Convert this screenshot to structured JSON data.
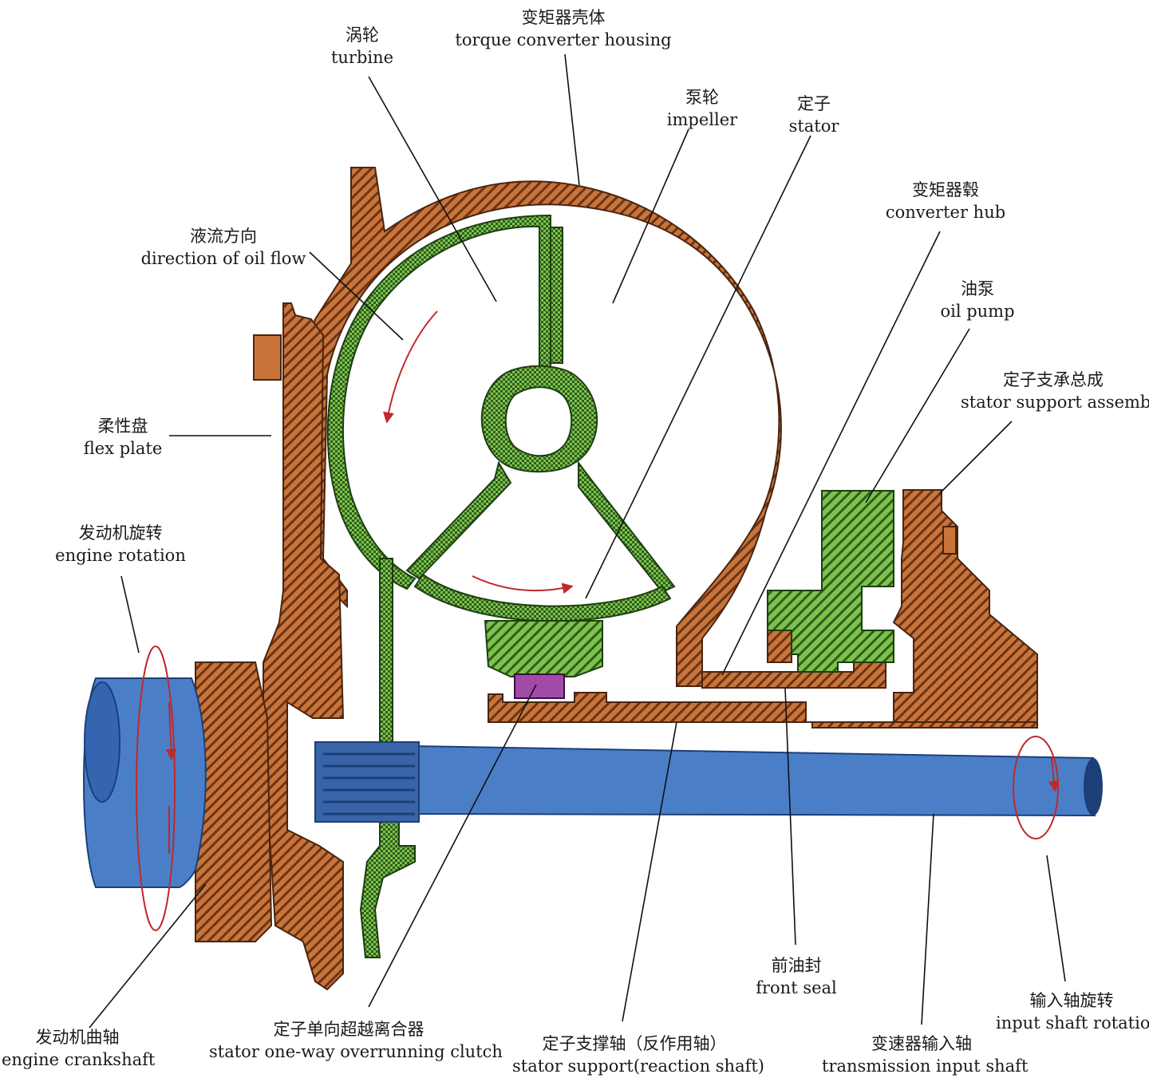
{
  "labels": {
    "housing": {
      "zh": "变矩器壳体",
      "en": "torque converter housing"
    },
    "turbine": {
      "zh": "涡轮",
      "en": "turbine"
    },
    "impeller": {
      "zh": "泵轮",
      "en": "impeller"
    },
    "stator": {
      "zh": "定子",
      "en": "stator"
    },
    "hub": {
      "zh": "变矩器毂",
      "en": "converter hub"
    },
    "oil_flow": {
      "zh": "液流方向",
      "en": "direction of oil flow"
    },
    "oil_pump": {
      "zh": "油泵",
      "en": "oil pump"
    },
    "stator_support_assembly": {
      "zh": "定子支承总成",
      "en": "stator support assembly"
    },
    "flex_plate": {
      "zh": "柔性盘",
      "en": "flex plate"
    },
    "engine_rotation": {
      "zh": "发动机旋转",
      "en": "engine rotation"
    },
    "front_seal": {
      "zh": "前油封",
      "en": "front seal"
    },
    "input_shaft_rotation": {
      "zh": "输入轴旋转",
      "en": "input shaft rotation"
    },
    "crankshaft": {
      "zh": "发动机曲轴",
      "en": "engine crankshaft"
    },
    "one_way_clutch": {
      "zh": "定子单向超越离合器",
      "en": "stator one-way overrunning clutch"
    },
    "stator_support_shaft": {
      "zh": "定子支撑轴（反作用轴）",
      "en": "stator support(reaction shaft)"
    },
    "transmission_input_shaft": {
      "zh": "变速器输入轴",
      "en": "transmission input shaft"
    }
  },
  "colors": {
    "housing": "#c8743a",
    "housing_dark": "#6b3416",
    "turbine": "#7ec24e",
    "turbine_dark": "#2f5e1c",
    "shaft": "#4a7fc8",
    "shaft_dark": "#1c3f78",
    "clutch": "#a24aa8",
    "arrow": "#c0282a",
    "leader": "#111111"
  }
}
